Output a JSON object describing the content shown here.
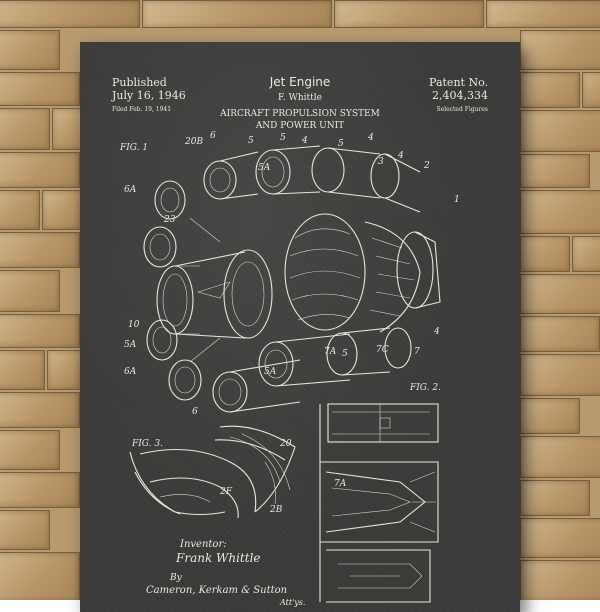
{
  "poster": {
    "header_left": {
      "line1": "Published",
      "line2": "July 16, 1946",
      "filed": "Filed Feb. 19, 1941"
    },
    "header_center": {
      "title": "Jet Engine",
      "inventor": "F. Whittle",
      "subtitle_line1": "AIRCRAFT PROPULSION SYSTEM",
      "subtitle_line2": "AND POWER UNIT"
    },
    "header_right": {
      "line1": "Patent No.",
      "line2": "2,404,334",
      "note": "Selected Figures"
    },
    "figures": {
      "fig1": "FIG. 1",
      "fig2": "FIG. 2.",
      "fig3": "FIG. 3."
    },
    "signature": {
      "inventor_label": "Inventor:",
      "inventor_name": "Frank Whittle",
      "by": "By",
      "attorneys": "Cameron, Kerkam & Sutton",
      "attys": "Att'ys."
    },
    "ref_labels": [
      "20B",
      "6",
      "5",
      "5",
      "4",
      "5",
      "4",
      "3",
      "4",
      "5A",
      "6A",
      "23",
      "10",
      "5A",
      "6A",
      "6",
      "5A",
      "7A",
      "5",
      "7C",
      "7",
      "4",
      "2",
      "1",
      "20",
      "2F",
      "2B",
      "7A"
    ],
    "colors": {
      "board": "#3a3a38",
      "chalk": "#e6e6e0",
      "brick": "#c4a77c"
    }
  }
}
